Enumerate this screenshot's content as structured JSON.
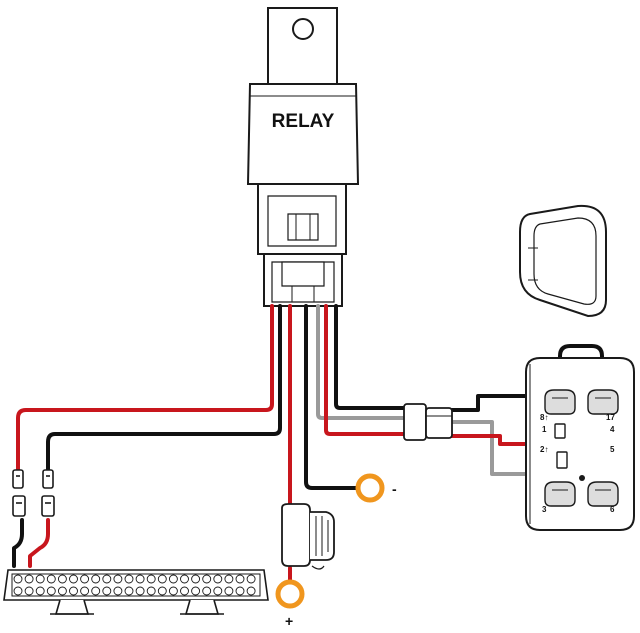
{
  "relay": {
    "label": "RELAY"
  },
  "switch": {
    "pins": [
      "8↑",
      "1",
      "2↑",
      "3",
      "17",
      "4",
      "5",
      "6"
    ]
  },
  "terminals": {
    "negative": "-",
    "positive": "+"
  },
  "colors": {
    "red": "#c8161d",
    "black": "#111111",
    "gray": "#9a9a9a",
    "terminal": "#f0961e",
    "outline": "#1a1a1a"
  }
}
